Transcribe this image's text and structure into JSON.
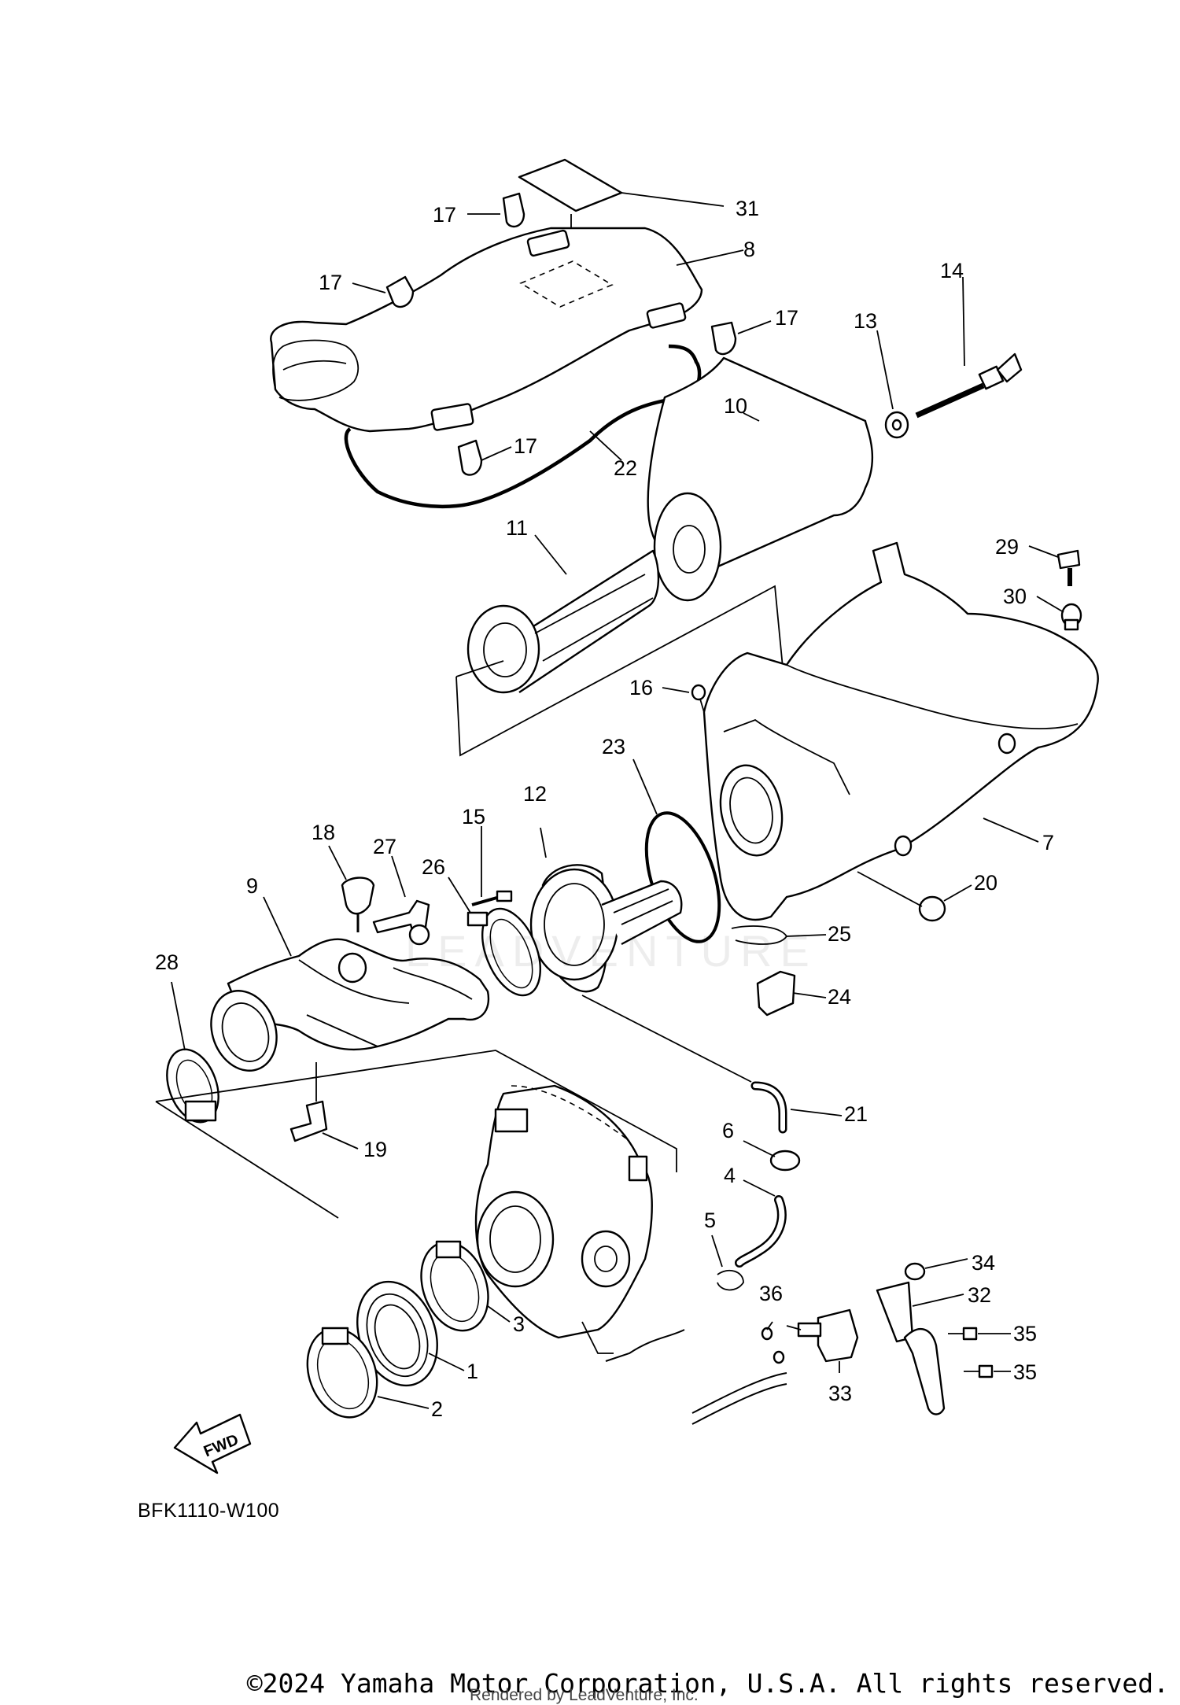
{
  "diagram": {
    "code": "BFK1110-W100",
    "fwd_label": "FWD",
    "callouts": [
      "1",
      "2",
      "3",
      "4",
      "5",
      "6",
      "7",
      "8",
      "9",
      "10",
      "11",
      "12",
      "13",
      "14",
      "15",
      "16",
      "17",
      "17",
      "17",
      "17",
      "18",
      "19",
      "20",
      "21",
      "22",
      "23",
      "24",
      "25",
      "26",
      "27",
      "28",
      "29",
      "30",
      "31",
      "32",
      "33",
      "34",
      "35",
      "35",
      "36"
    ]
  },
  "footer": {
    "copyright": "©2024 Yamaha Motor Corporation, U.S.A. All rights reserved.",
    "rendered_by": "Rendered by LeadVenture, Inc."
  },
  "watermark": {
    "text": "LEADVENTURE"
  }
}
